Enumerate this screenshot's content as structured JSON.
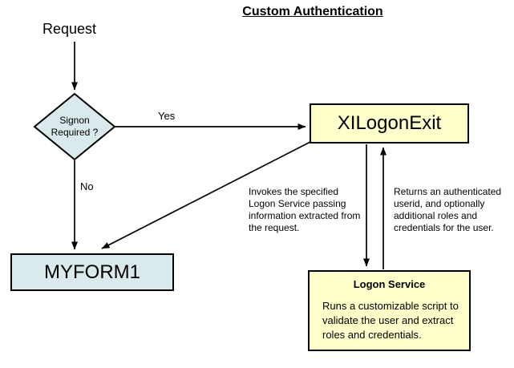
{
  "title": "Custom Authentication",
  "colors": {
    "node_blue": "#D9E9EC",
    "node_yellow": "#FFFFCC",
    "line": "#000000"
  },
  "nodes": {
    "request": {
      "label": "Request"
    },
    "decision": {
      "label": "Signon\nRequired ?"
    },
    "myform1": {
      "label": "MYFORM1"
    },
    "xilogonexit": {
      "label": "XILogonExit"
    },
    "logon_service": {
      "title": "Logon Service",
      "body": "Runs a customizable script to\nvalidate the user and extract\nroles and credentials."
    }
  },
  "edges": {
    "yes_label": "Yes",
    "no_label": "No"
  },
  "annotations": {
    "invokes": "Invokes the specified\nLogon Service passing\ninformation extracted from\nthe request.",
    "returns": "Returns an authenticated\nuserid, and optionally\nadditional roles and\ncredentials for the user."
  }
}
